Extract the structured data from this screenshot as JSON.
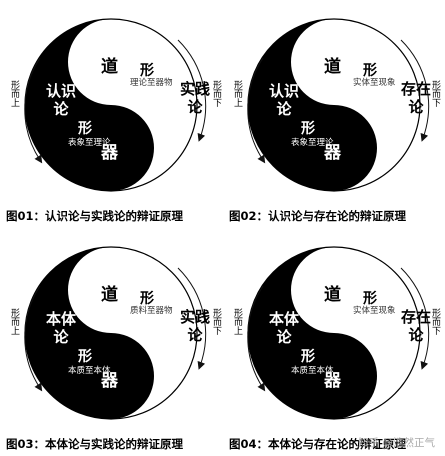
{
  "panels": [
    {
      "caption": "图01：认识论与实践论的辩证原理",
      "left_label": "认识论",
      "right_label": "实践论",
      "top_black_char": "道",
      "bottom_white_char": "器",
      "upper_form": "形",
      "upper_sub": "理论至器物",
      "lower_form": "形",
      "lower_sub": "表象至理论",
      "left_arc_label": "形而上",
      "right_arc_label": "形而下"
    },
    {
      "caption": "图02：认识论与存在论的辩证原理",
      "left_label": "认识论",
      "right_label": "存在论",
      "top_black_char": "道",
      "bottom_white_char": "器",
      "upper_form": "形",
      "upper_sub": "实体至现象",
      "lower_form": "形",
      "lower_sub": "表象至理论",
      "left_arc_label": "形而上",
      "right_arc_label": "形而下"
    },
    {
      "caption": "图03：本体论与实践论的辩证原理",
      "left_label": "本体论",
      "right_label": "实践论",
      "top_black_char": "道",
      "bottom_white_char": "器",
      "upper_form": "形",
      "upper_sub": "质料至器物",
      "lower_form": "形",
      "lower_sub": "本质至本体",
      "left_arc_label": "形而上",
      "right_arc_label": "形而下"
    },
    {
      "caption": "图04：本体论与存在论的辩证原理",
      "left_label": "本体论",
      "right_label": "存在论",
      "top_black_char": "道",
      "bottom_white_char": "器",
      "upper_form": "形",
      "upper_sub": "实体至现象",
      "lower_form": "形",
      "lower_sub": "本质至本体",
      "left_arc_label": "形而上",
      "right_arc_label": "形而下"
    }
  ],
  "watermark": "知乎 @浩然正气",
  "colors": {
    "black": "#000000",
    "white": "#ffffff",
    "arrow": "#111111"
  }
}
